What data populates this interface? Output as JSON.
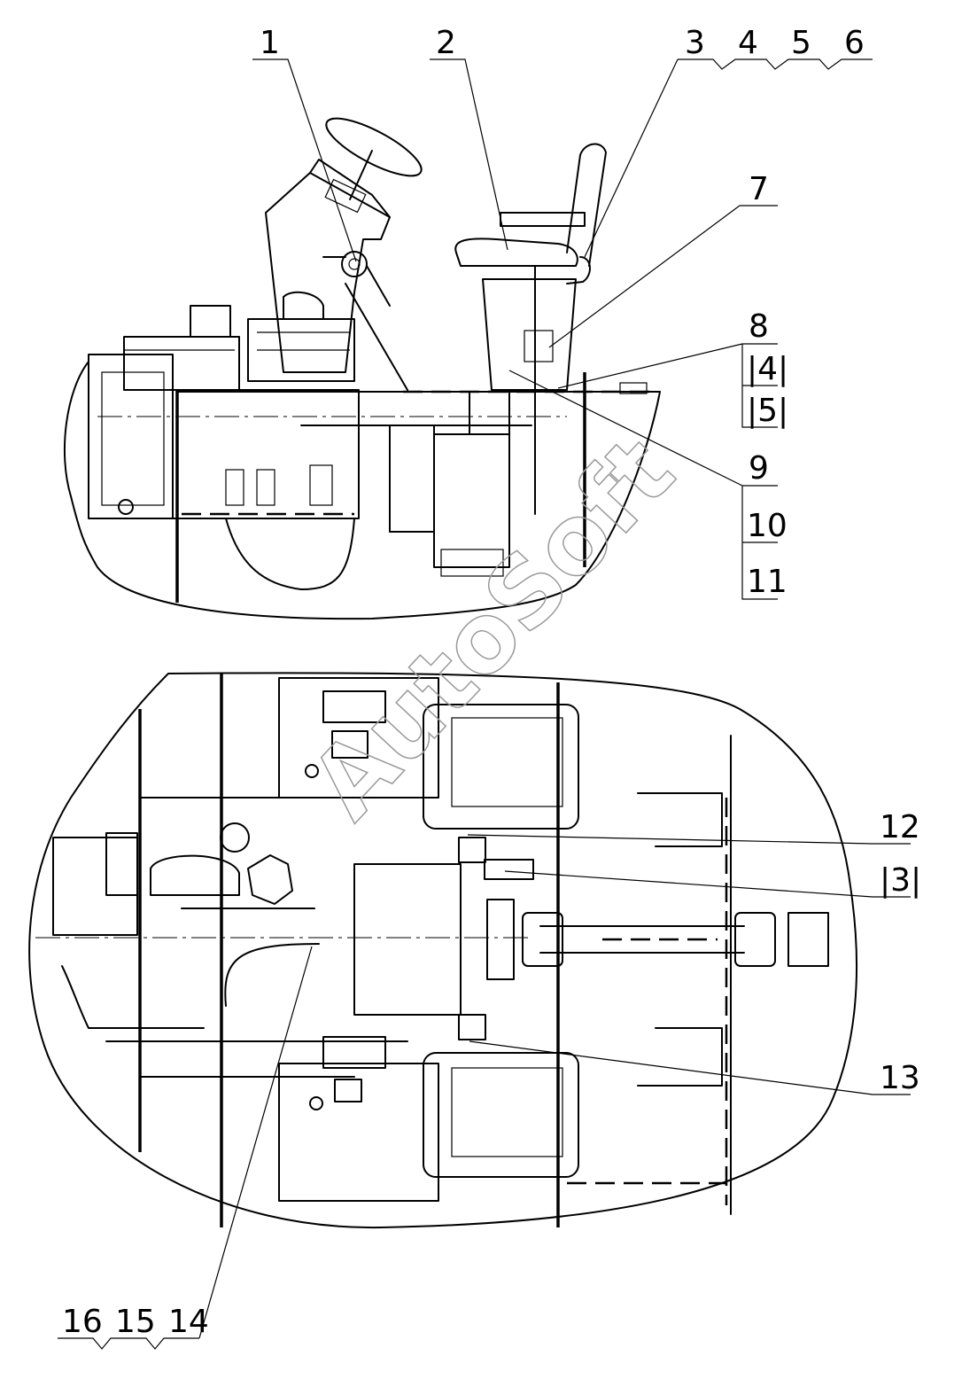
{
  "watermark": "AutoSoft",
  "callouts": {
    "c1": "1",
    "c2": "2",
    "c3": "3",
    "c4": "4",
    "c5": "5",
    "c6": "6",
    "c7": "7",
    "c8": "8",
    "c9": "9",
    "c10": "10",
    "c11": "11",
    "c12": "12",
    "c13": "13",
    "c14": "14",
    "c15": "15",
    "c16": "16"
  },
  "boxed_labels": {
    "b4": "|4|",
    "b5": "|5|",
    "b13": "|3|"
  }
}
